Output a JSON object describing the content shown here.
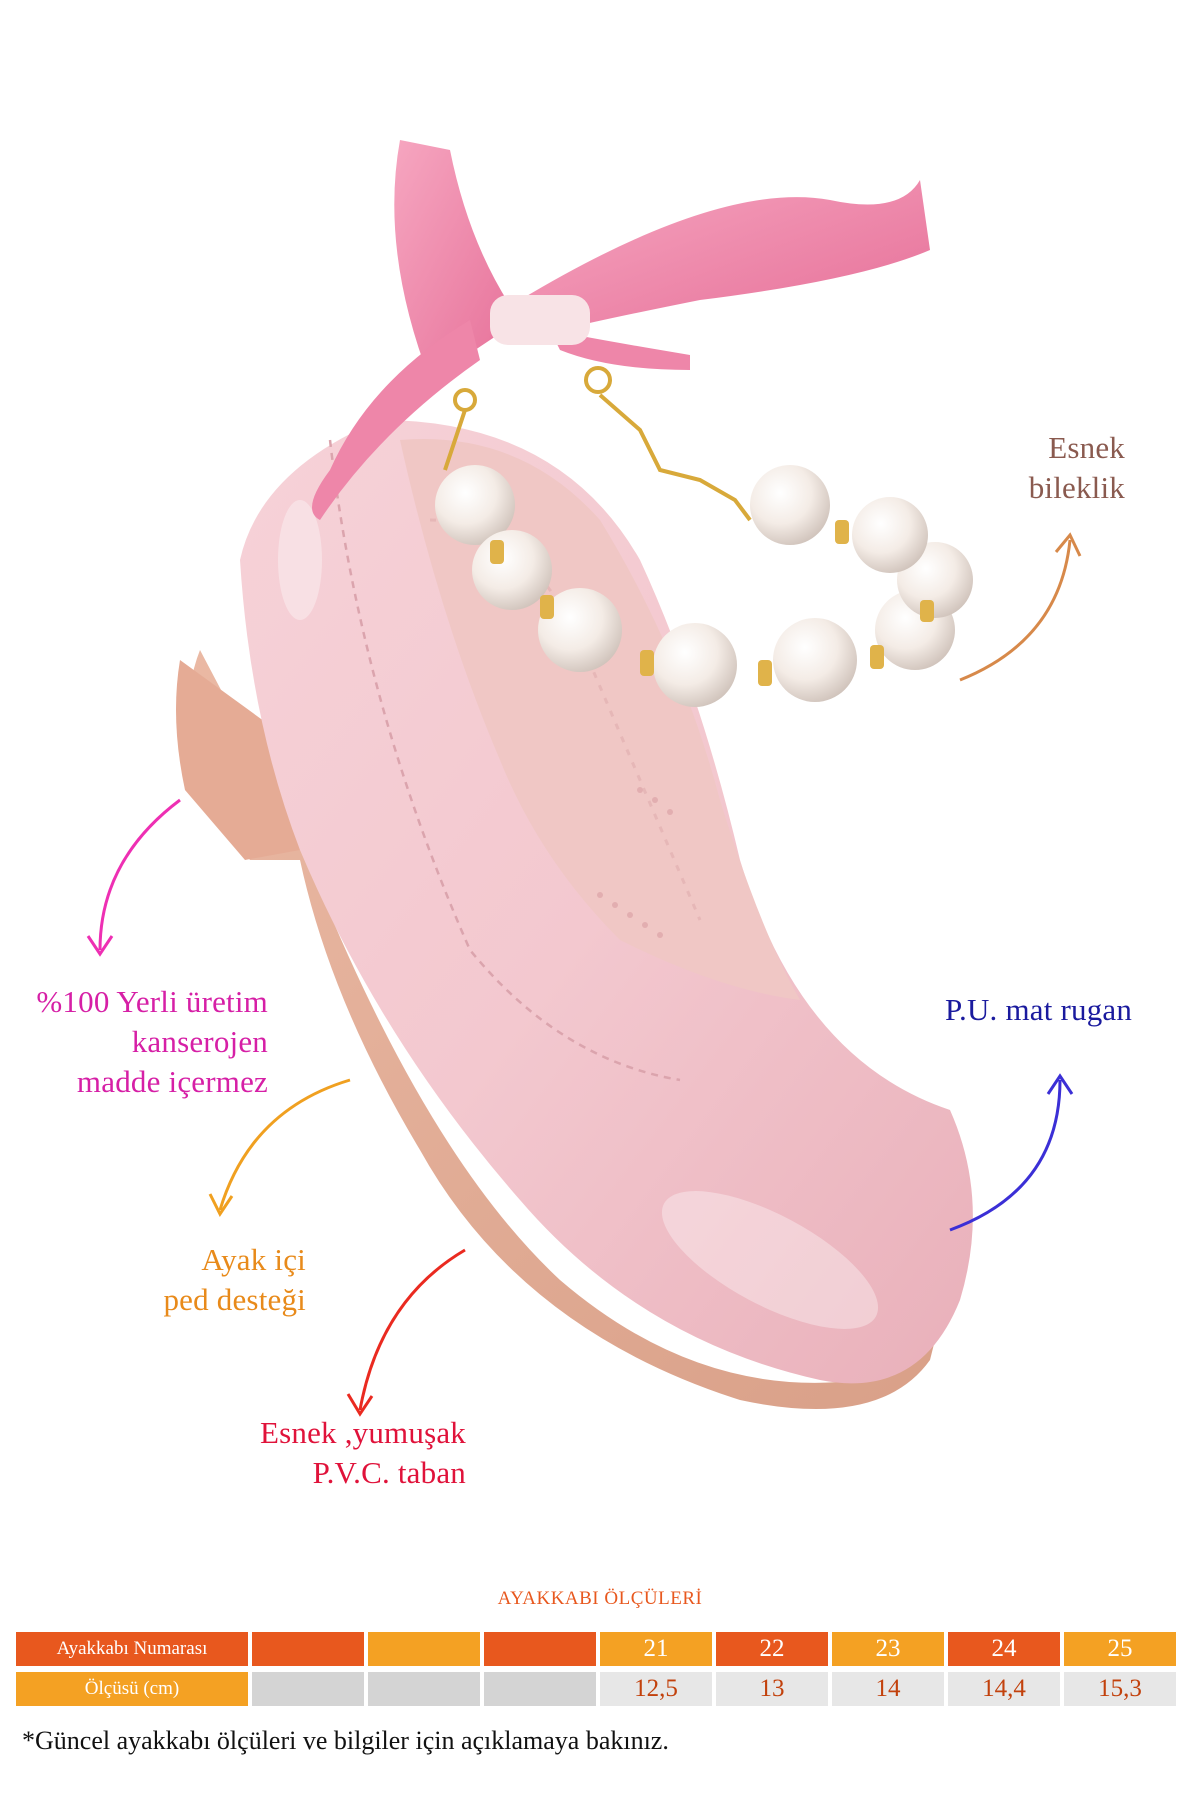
{
  "callouts": {
    "esnek_bileklik": [
      "Esnek",
      "bileklik"
    ],
    "yerli": [
      "%100 Yerli üretim",
      "kanserojen",
      "madde içermez"
    ],
    "pu": [
      "P.U. mat rugan"
    ],
    "ped": [
      "Ayak içi",
      "ped desteği"
    ],
    "taban": [
      "Esnek ,yumuşak",
      "P.V.C. taban"
    ]
  },
  "colors": {
    "callout_bileklik": "#8a5a4f",
    "callout_yerli": "#d61fa6",
    "callout_pu": "#1a1a9e",
    "callout_ped": "#e88a1a",
    "callout_taban": "#e0123a",
    "arrow_bileklik": "#d7894a",
    "arrow_yerli": "#ee2fb3",
    "arrow_pu": "#3b2fd6",
    "arrow_ped": "#f0a020",
    "arrow_taban": "#ea2a20",
    "table_dark": "#e8581e",
    "table_light": "#f4a123"
  },
  "size_table": {
    "title": "AYAKKABI ÖLÇÜLERİ",
    "row1_label": "Ayakkabı Numarası",
    "row2_label": "Ölçüsü (cm)",
    "sizes": [
      "",
      "",
      "",
      "21",
      "22",
      "23",
      "24",
      "25"
    ],
    "measures": [
      "",
      "",
      "",
      "12,5",
      "13",
      "14",
      "14,4",
      "15,3"
    ]
  },
  "note": "*Güncel ayakkabı ölçüleri ve bilgiler için açıklamaya bakınız."
}
